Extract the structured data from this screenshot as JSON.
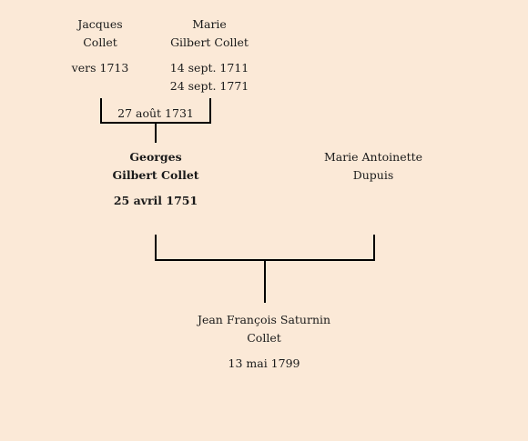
{
  "father_father": {
    "name": [
      "Jacques",
      "Collet"
    ],
    "dates": [
      "vers 1713"
    ]
  },
  "father_mother": {
    "name": [
      "Marie",
      "Gilbert Collet"
    ],
    "dates": [
      "14 sept. 1711",
      "24 sept. 1771"
    ]
  },
  "grandparents_marriage": "27 août 1731",
  "father": {
    "name": [
      "Georges",
      "Gilbert Collet"
    ],
    "dates": [
      "25 avril 1751"
    ]
  },
  "mother": {
    "name": [
      "Marie Antoinette",
      "Dupuis"
    ],
    "dates": []
  },
  "child": {
    "name": [
      "Jean François Saturnin",
      "Collet"
    ],
    "dates": [
      "13 mai 1799"
    ]
  }
}
